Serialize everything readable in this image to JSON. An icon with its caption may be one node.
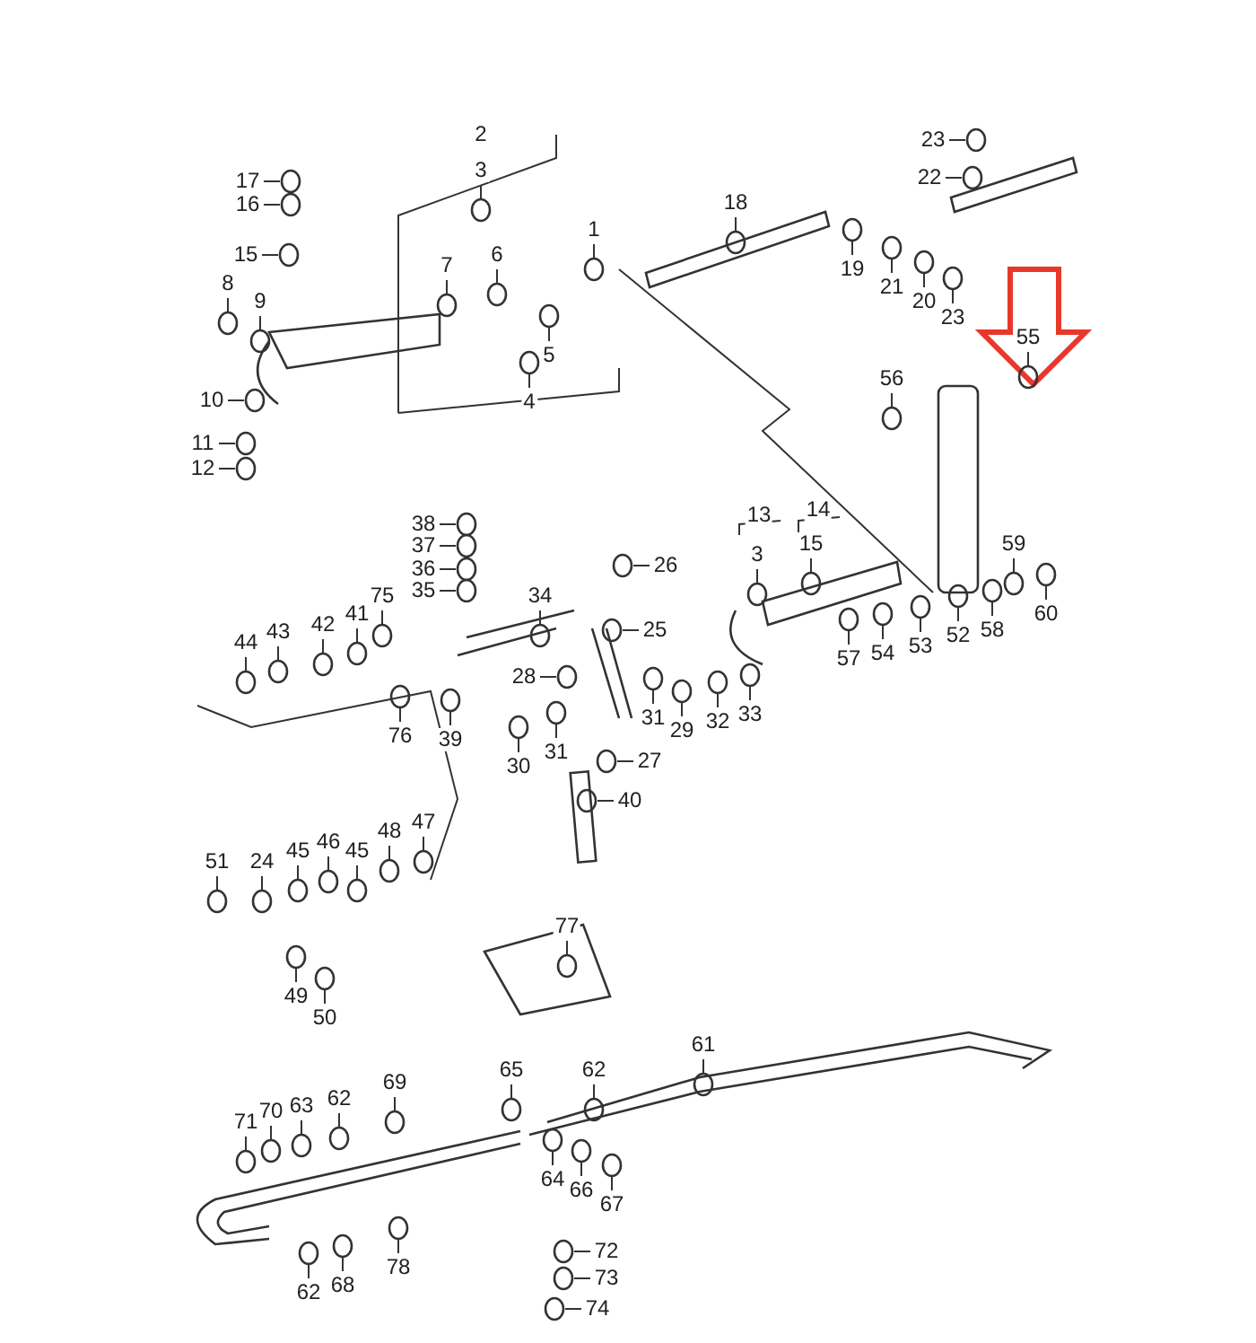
{
  "diagram": {
    "labels": [
      "2",
      "3",
      "18",
      "23",
      "17",
      "16",
      "22",
      "1",
      "15",
      "7",
      "6",
      "19",
      "8",
      "9",
      "21",
      "20",
      "23",
      "55",
      "5",
      "56",
      "10",
      "4",
      "11",
      "12",
      "38",
      "37",
      "36",
      "35",
      "26",
      "13",
      "14",
      "3",
      "15",
      "75",
      "34",
      "59",
      "60",
      "25",
      "44",
      "43",
      "42",
      "41",
      "28",
      "57",
      "54",
      "53",
      "52",
      "58",
      "76",
      "39",
      "30",
      "31",
      "31",
      "27",
      "29",
      "32",
      "33",
      "40",
      "51",
      "24",
      "45",
      "46",
      "45",
      "48",
      "47",
      "77",
      "49",
      "50",
      "61",
      "65",
      "62",
      "69",
      "62",
      "71",
      "70",
      "63",
      "64",
      "66",
      "67",
      "78",
      "72",
      "73",
      "68",
      "62",
      "74"
    ]
  }
}
